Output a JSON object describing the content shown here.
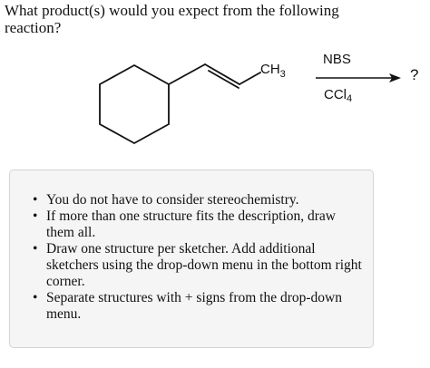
{
  "question": {
    "text": "What product(s) would you expect from the following reaction?"
  },
  "reaction": {
    "substituent_label": "CH",
    "substituent_subscript": "3",
    "reagent_above": "NBS",
    "reagent_below_main": "CCl",
    "reagent_below_subscript": "4",
    "product_placeholder": "?"
  },
  "instructions": {
    "items": [
      "You do not have to consider stereochemistry.",
      "If more than one structure fits the description, draw them all.",
      "Draw one structure per sketcher. Add additional sketchers using the drop-down menu in the bottom right corner.",
      "Separate structures with + signs from the drop-down menu."
    ]
  },
  "colors": {
    "box_background": "#f5f5f5",
    "box_border": "#d4d4d4",
    "text": "#111111"
  }
}
